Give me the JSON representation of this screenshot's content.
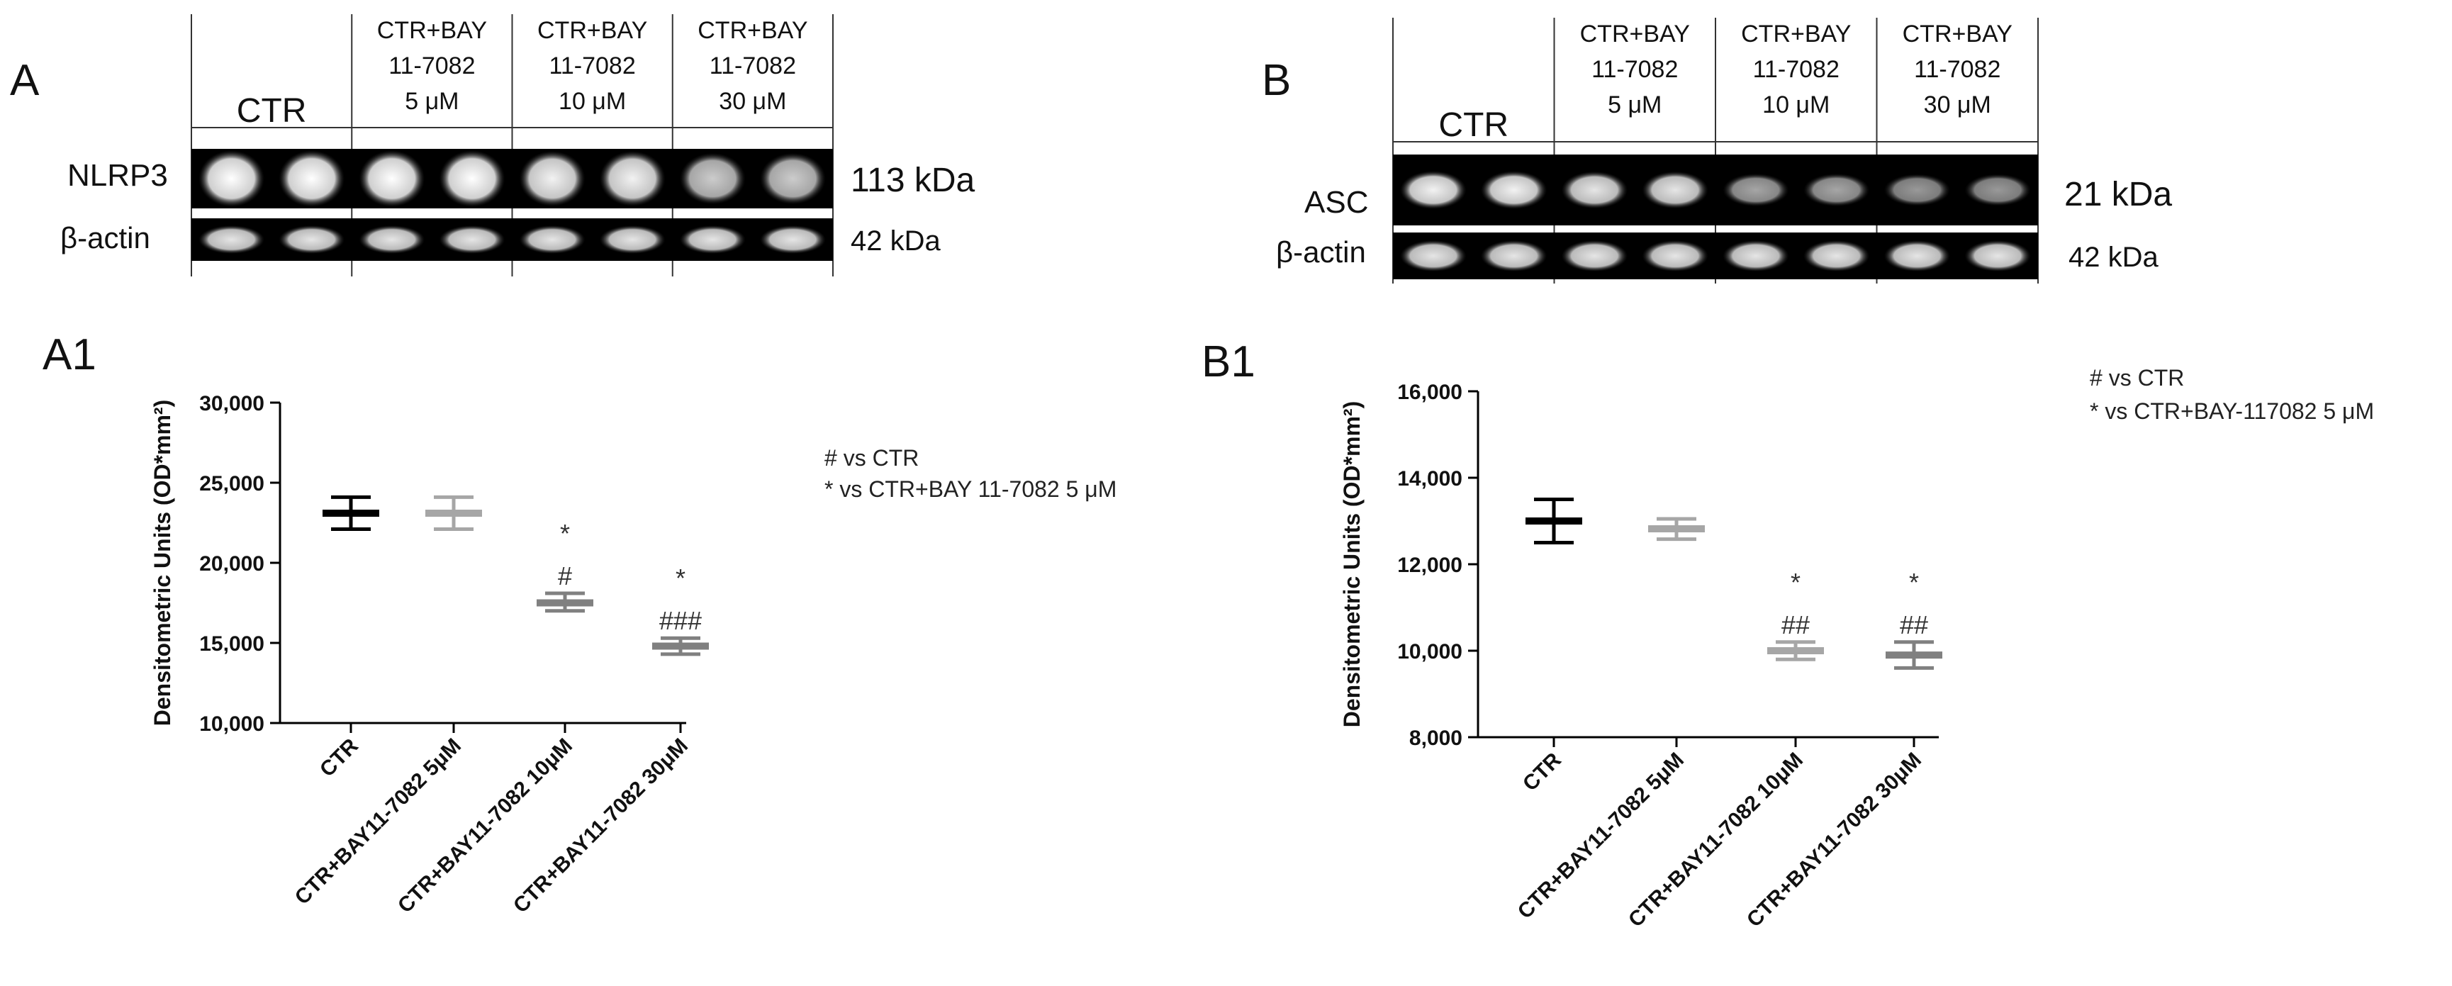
{
  "panels": {
    "A": {
      "letter": "A",
      "lane_headers": [
        {
          "lines": [
            "CTR"
          ]
        },
        {
          "lines": [
            "CTR+BAY",
            "11-7082",
            "5 μM"
          ]
        },
        {
          "lines": [
            "CTR+BAY",
            "11-7082",
            "10 μM"
          ]
        },
        {
          "lines": [
            "CTR+BAY",
            "11-7082",
            "30 μM"
          ]
        }
      ],
      "rows": [
        {
          "label": "NLRP3",
          "size": "113 kDa",
          "band_intensity": [
            1.0,
            1.0,
            1.0,
            1.0,
            0.95,
            0.95,
            0.8,
            0.8
          ]
        },
        {
          "label": "β-actin",
          "size": "42 kDa",
          "band_intensity": [
            0.9,
            0.9,
            0.9,
            0.9,
            0.9,
            0.9,
            0.9,
            0.9
          ]
        }
      ]
    },
    "B": {
      "letter": "B",
      "lane_headers": [
        {
          "lines": [
            "CTR"
          ]
        },
        {
          "lines": [
            "CTR+BAY",
            "11-7082",
            "5 μM"
          ]
        },
        {
          "lines": [
            "CTR+BAY",
            "11-7082",
            "10 μM"
          ]
        },
        {
          "lines": [
            "CTR+BAY",
            "11-7082",
            "30 μM"
          ]
        }
      ],
      "rows": [
        {
          "label": "ASC",
          "size": "21 kDa",
          "band_intensity": [
            0.95,
            0.95,
            0.9,
            0.9,
            0.65,
            0.65,
            0.6,
            0.6
          ]
        },
        {
          "label": "β-actin",
          "size": "42 kDa",
          "band_intensity": [
            0.9,
            0.9,
            0.9,
            0.9,
            0.9,
            0.9,
            0.9,
            0.9
          ]
        }
      ]
    }
  },
  "chart_data": [
    {
      "id": "A1",
      "panel_label": "A1",
      "type": "scatter",
      "ylabel": "Densitometric Units (OD*mm²)",
      "ylim": [
        10000,
        30000
      ],
      "yticks": [
        10000,
        15000,
        20000,
        25000,
        30000
      ],
      "ytick_labels": [
        "10,000",
        "15,000",
        "20,000",
        "25,000",
        "30,000"
      ],
      "categories": [
        "CTR",
        "CTR+BAY11-7082 5μM",
        "CTR+BAY11-7082 10μM",
        "CTR+BAY11-7082 30μM"
      ],
      "mean": [
        23100,
        23100,
        17500,
        14800
      ],
      "err_low": [
        22100,
        22100,
        17000,
        14300
      ],
      "err_high": [
        24100,
        24100,
        18100,
        15300
      ],
      "annotations": [
        {
          "category_index": 2,
          "lines": [
            "*",
            "#"
          ]
        },
        {
          "category_index": 3,
          "lines": [
            "*",
            "###"
          ]
        }
      ],
      "legend": [
        "# vs CTR",
        "* vs CTR+BAY 11-7082 5 μM"
      ],
      "colors": [
        "#000000",
        "#a6a6a6",
        "#808080",
        "#808080"
      ],
      "grid": false
    },
    {
      "id": "B1",
      "panel_label": "B1",
      "type": "scatter",
      "ylabel": "Densitometric Units (OD*mm²)",
      "ylim": [
        8000,
        16000
      ],
      "yticks": [
        8000,
        10000,
        12000,
        14000,
        16000
      ],
      "ytick_labels": [
        "8,000",
        "10,000",
        "12,000",
        "14,000",
        "16,000"
      ],
      "categories": [
        "CTR",
        "CTR+BAY11-7082 5μM",
        "CTR+BAY11-7082 10μM",
        "CTR+BAY11-7082 30μM"
      ],
      "mean": [
        13000,
        12820,
        10000,
        9900
      ],
      "err_low": [
        12500,
        12580,
        9800,
        9600
      ],
      "err_high": [
        13500,
        13050,
        10200,
        10200
      ],
      "annotations": [
        {
          "category_index": 2,
          "lines": [
            "*",
            "##"
          ]
        },
        {
          "category_index": 3,
          "lines": [
            "*",
            "##"
          ]
        }
      ],
      "legend": [
        "# vs CTR",
        "* vs CTR+BAY-117082 5 μM"
      ],
      "colors": [
        "#000000",
        "#a6a6a6",
        "#a6a6a6",
        "#808080"
      ],
      "grid": false
    }
  ]
}
